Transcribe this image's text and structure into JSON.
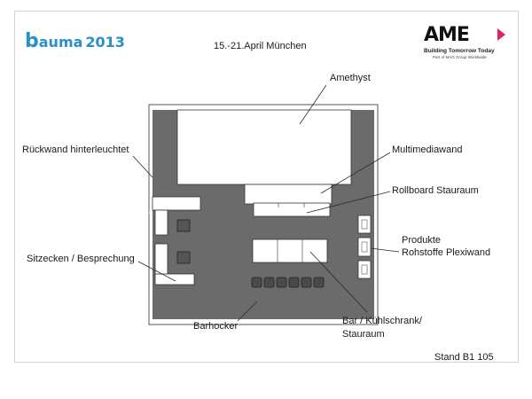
{
  "header": {
    "logo": {
      "b": "b",
      "rest": "auma",
      "year": "2013"
    },
    "date": "15.-21.April München",
    "ame": {
      "word": "AME",
      "tagline": "Building Tomorrow Today",
      "subtag": "Part of MAG Group Worldwide",
      "flag_color": "#e0245e"
    }
  },
  "labels": {
    "amethyst": "Amethyst",
    "rueckwand": "Rückwand hinterleuchtet",
    "multimedia": "Multimediawand",
    "rollboard": "Rollboard Stauraum",
    "produkte_1": "Produkte",
    "produkte_2": "Rohstoffe Plexiwand",
    "sitzecken": "Sitzecken / Besprechung",
    "barhocker": "Barhocker",
    "bar_1": "Bar / Kühlschrank/",
    "bar_2": "Stauraum"
  },
  "footer": {
    "stand": "Stand B1 105"
  },
  "colors": {
    "floor": "#6b6b6b",
    "furniture": "#ffffff",
    "line": "#333333"
  }
}
